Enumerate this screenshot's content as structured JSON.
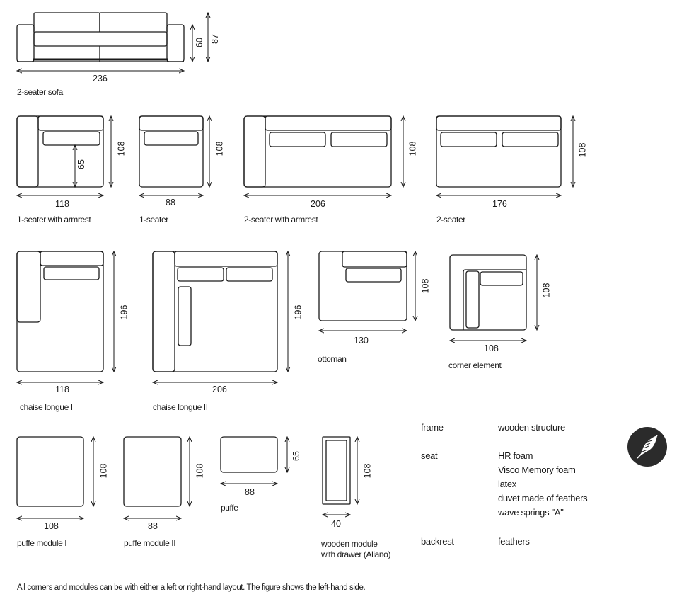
{
  "items": [
    {
      "name": "2-seater sofa",
      "width": "236",
      "heights": [
        "60",
        "87"
      ]
    },
    {
      "name": "1-seater with armrest",
      "width": "118",
      "depth": "108",
      "inner": "65"
    },
    {
      "name": "1-seater",
      "width": "88",
      "depth": "108"
    },
    {
      "name": "2-seater with armrest",
      "width": "206",
      "depth": "108"
    },
    {
      "name": "2-seater",
      "width": "176",
      "depth": "108"
    },
    {
      "name": "chaise longue I",
      "width": "118",
      "depth": "196"
    },
    {
      "name": "chaise longue II",
      "width": "206",
      "depth": "196"
    },
    {
      "name": "ottoman",
      "width": "130",
      "depth": "108"
    },
    {
      "name": "corner element",
      "width": "108",
      "depth": "108"
    },
    {
      "name": "puffe module I",
      "width": "108",
      "depth": "108"
    },
    {
      "name": "puffe module II",
      "width": "88",
      "depth": "108"
    },
    {
      "name": "puffe",
      "width": "88",
      "depth": "65"
    },
    {
      "name_line1": "wooden module",
      "name_line2": "with drawer (Aliano)",
      "width": "40",
      "depth": "108"
    }
  ],
  "specs": {
    "frame_label": "frame",
    "frame_value": "wooden structure",
    "seat_label": "seat",
    "seat_values": [
      "HR foam",
      "Visco Memory foam",
      "latex",
      "duvet made of feathers",
      "wave springs \"A\""
    ],
    "backrest_label": "backrest",
    "backrest_value": "feathers"
  },
  "badge_icon": "feather-icon",
  "footnote": "All corners and modules can be with either a left or right-hand layout. The figure shows the left-hand side."
}
